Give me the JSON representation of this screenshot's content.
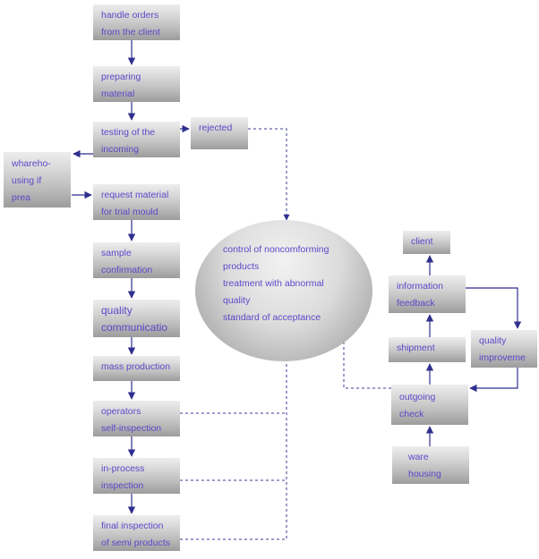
{
  "colors": {
    "text": "#5b49c9",
    "arrow": "#2f2f8f",
    "dashed": "#3a3a9a"
  },
  "nodes": [
    {
      "id": "handle-orders",
      "lines": [
        "handle orders",
        "from the client"
      ]
    },
    {
      "id": "preparing-material",
      "lines": [
        "preparing",
        "material"
      ]
    },
    {
      "id": "testing-incoming",
      "lines": [
        "testing of the",
        "incoming"
      ]
    },
    {
      "id": "rejected",
      "lines": [
        "rejected"
      ]
    },
    {
      "id": "warehousing-if-prea",
      "lines": [
        "whareho-",
        "using if",
        "prea"
      ]
    },
    {
      "id": "request-material",
      "lines": [
        "request material",
        "for trial mould"
      ]
    },
    {
      "id": "sample-confirmation",
      "lines": [
        "sample",
        "confirmation"
      ]
    },
    {
      "id": "quality-communication",
      "lines": [
        "quality",
        "communicatio"
      ]
    },
    {
      "id": "mass-production",
      "lines": [
        "mass production"
      ]
    },
    {
      "id": "operators-self-inspection",
      "lines": [
        "operators",
        "self-inspection"
      ]
    },
    {
      "id": "in-process-inspection",
      "lines": [
        "in-process",
        "inspection"
      ]
    },
    {
      "id": "final-inspection",
      "lines": [
        "final inspection",
        "of semi products"
      ]
    },
    {
      "id": "client",
      "lines": [
        "client"
      ]
    },
    {
      "id": "information-feedback",
      "lines": [
        "information",
        "feedback"
      ]
    },
    {
      "id": "shipment",
      "lines": [
        "shipment"
      ]
    },
    {
      "id": "quality-improvement",
      "lines": [
        "quality",
        "improveme"
      ]
    },
    {
      "id": "outgoing-check",
      "lines": [
        "outgoing",
        "check"
      ]
    },
    {
      "id": "ware-housing",
      "lines": [
        " ware",
        " housing"
      ]
    }
  ],
  "ellipse": {
    "lines": [
      "control of noncomforming",
      "products",
      "treatment with abnormal",
      "quality",
      "standard of acceptance"
    ]
  }
}
